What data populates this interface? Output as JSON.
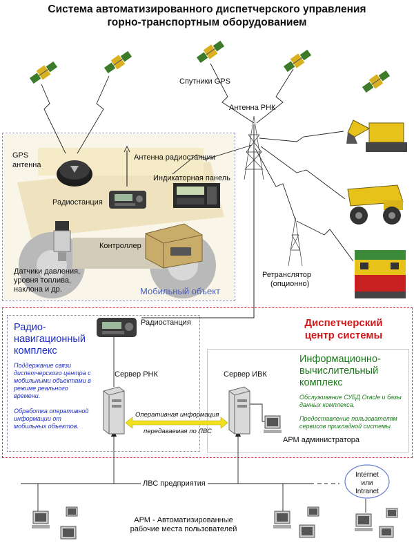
{
  "title": {
    "line1": "Система автоматизированного диспетчерского управления",
    "line2": "горно-транспортным оборудованием"
  },
  "labels": {
    "gps_satellites": "Спутники GPS",
    "rnk_antenna": "Антенна РНК",
    "gps_antenna_1": "GPS",
    "gps_antenna_2": "антенна",
    "radio_antenna": "Антенна радиостанции",
    "indicator_panel": "Индикаторная панель",
    "radio_station_mobile": "Радиостанция",
    "controller": "Контроллер",
    "sensors_1": "Датчики давления,",
    "sensors_2": "уровня топлива,",
    "sensors_3": "наклона и др.",
    "mobile_object": "Мобильный объект",
    "repeater_1": "Ретранслятор",
    "repeater_2": "(опционно)",
    "radio_station_dc": "Радиостанция",
    "server_rnk": "Сервер РНК",
    "server_ivk": "Сервер ИВК",
    "oper_info_1": "Оперативная информация",
    "oper_info_2": "передаваемая по ЛВС",
    "arm_admin": "АРМ администратора",
    "lan": "ЛВС предприятия",
    "internet_1": "Internet",
    "internet_2": "или",
    "internet_3": "Intranet",
    "arm_users_1": "АРМ - Автоматизированные",
    "arm_users_2": "рабочие места пользователей"
  },
  "dispatch_center": {
    "line1": "Диспетчерский",
    "line2": "центр системы"
  },
  "rnk": {
    "heading_1": "Радио-",
    "heading_2": "навигационный",
    "heading_3": "комплекс",
    "desc1_1": "Поддержание связи",
    "desc1_2": "диспетчерского центра с",
    "desc1_3": "мобильными объектами в",
    "desc1_4": "режиме реального",
    "desc1_5": "времени.",
    "desc2_1": "Обработка оперативной",
    "desc2_2": "информации от",
    "desc2_3": "мобильных объектов."
  },
  "ivk": {
    "heading_1": "Информационно-",
    "heading_2": "вычислительный",
    "heading_3": "комплекс",
    "desc1_1": "Обслуживание СУБД Oracle и базы",
    "desc1_2": "данных комплекса.",
    "desc2_1": "Предоставление пользователям",
    "desc2_2": "сервисов прикладной системы."
  },
  "colors": {
    "rnk_blue": "#1c2cc8",
    "ivk_green": "#1a7a1a",
    "dc_red": "#d01818",
    "mobile_label": "#4a5fb0",
    "arrow_yellow": "#f0e020"
  },
  "icons": [
    "satellite-icon",
    "antenna-tower-icon",
    "gps-antenna-icon",
    "radio-station-icon",
    "indicator-panel-icon",
    "controller-icon",
    "pressure-sensor-icon",
    "excavator-icon",
    "dump-truck-icon",
    "locomotive-icon",
    "server-icon",
    "workstation-icon",
    "cloud-icon"
  ]
}
